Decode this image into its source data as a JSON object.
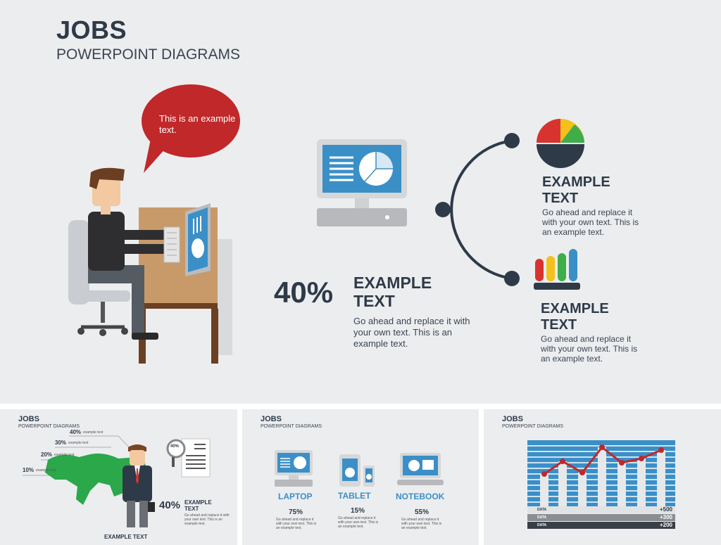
{
  "main": {
    "title": "JOBS",
    "subtitle": "POWERPOINT DIAGRAMS",
    "bubble_text": "This is an example text.",
    "big_percent": "40%",
    "center_heading": "EXAMPLE TEXT",
    "center_body": "Go ahead and replace it with your own text. This is an example text.",
    "right_top_heading": "EXAMPLE TEXT",
    "right_top_body": "Go ahead and replace it with your own text. This is an example text.",
    "right_bottom_heading": "EXAMPLE TEXT",
    "right_bottom_body": "Go ahead and replace it with your own text. This is an example text."
  },
  "thumb1": {
    "title": "JOBS",
    "subtitle": "POWERPOINT DIAGRAMS",
    "pct_labels": [
      "40%",
      "30%",
      "20%",
      "10%"
    ],
    "small_label": "example text",
    "doc_pct": "40%",
    "big_pct": "40%",
    "heading": "EXAMPLE TEXT",
    "body": "Go ahead and replace it with your own text. This is an example text.",
    "bottom_label": "EXAMPLE TEXT"
  },
  "thumb2": {
    "title": "JOBS",
    "subtitle": "POWERPOINT DIAGRAMS",
    "devices": [
      {
        "label": "LAPTOP",
        "pct": "75%",
        "body": "Go ahead and replace it with your own text. This is an example text."
      },
      {
        "label": "TABLET",
        "pct": "15%",
        "body": "Go ahead and replace it with your own text. This is an example text."
      },
      {
        "label": "NOTEBOOK",
        "pct": "55%",
        "body": "Go ahead and replace it with your own text. This is an example text."
      }
    ]
  },
  "thumb3": {
    "title": "JOBS",
    "subtitle": "POWERPOINT DIAGRAMS",
    "rows": [
      {
        "label": "DATA",
        "value": "+500"
      },
      {
        "label": "DATA",
        "value": "+300"
      },
      {
        "label": "DATA",
        "value": "+200"
      }
    ]
  },
  "colors": {
    "dark": "#2e3a48",
    "bubble": "#c0282a",
    "screen_blue": "#3b8fc7",
    "map_green": "#2aa84a",
    "background": "#ecedef"
  }
}
